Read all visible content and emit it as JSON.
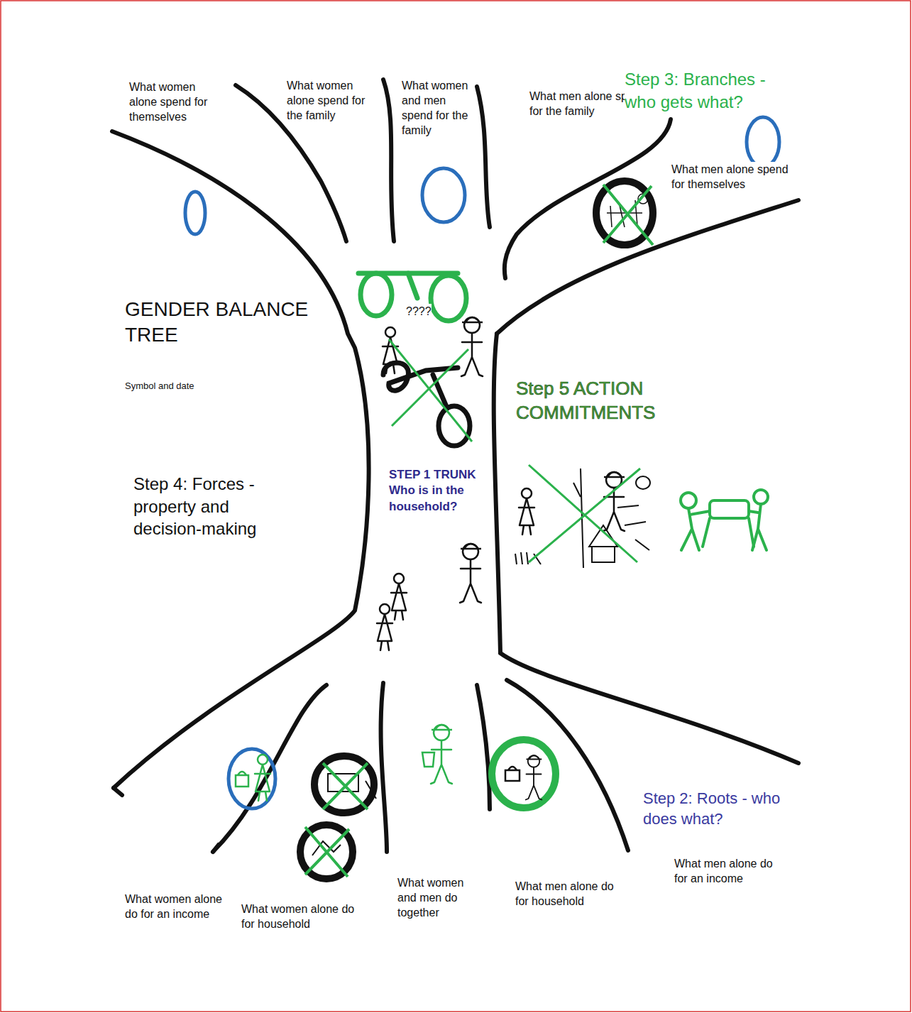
{
  "diagram": {
    "title": "GENDER BALANCE TREE",
    "labels": [
      "What women alone spend for themselves",
      "What women alone spend for the family",
      "What women and men spend for the family",
      "What men alone spend for the family",
      "Step 3: Branches - who gets what?",
      "What men alone spend for themselves",
      "Symbol and date",
      "????",
      "Step 5 ACTION COMMITMENTS",
      "Step 4: Forces - property and decision-making",
      "STEP 1 TRUNK Who is in the household?",
      "Step 2: Roots - who does what?",
      "What men alone do for an income",
      "What women and men do together",
      "What men alone do for household",
      "What women alone do for an income",
      "What women alone do for household"
    ]
  }
}
